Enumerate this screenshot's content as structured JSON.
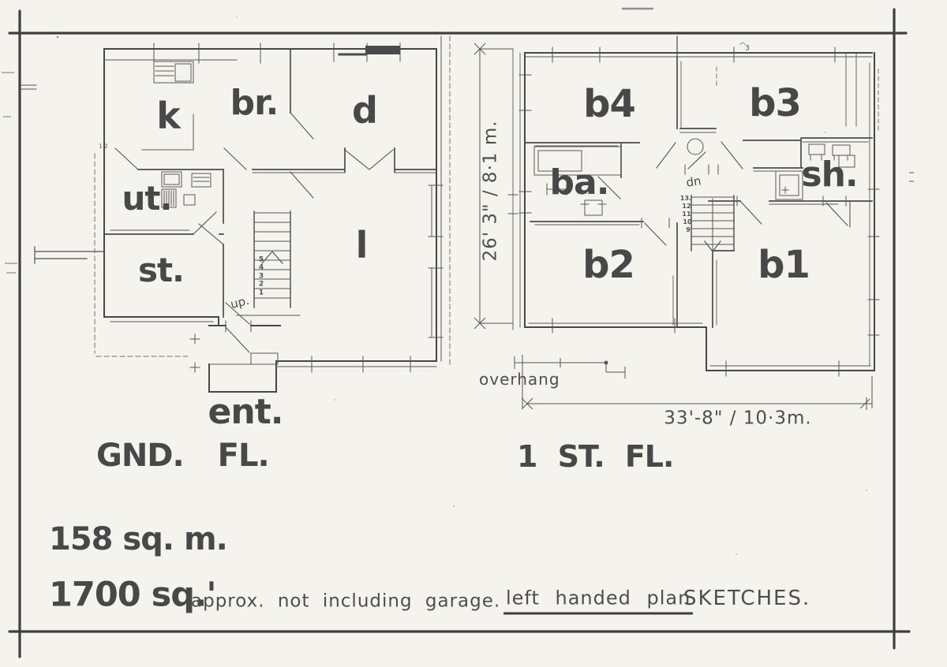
{
  "palette": {
    "paper": "#f5f3ee",
    "ink": "#484848",
    "pencil": "#565656"
  },
  "ground_floor": {
    "caption": "GND. FL.",
    "rooms": [
      {
        "id": "kitchen",
        "label": "k"
      },
      {
        "id": "breakfast",
        "label": "br."
      },
      {
        "id": "dining",
        "label": "d"
      },
      {
        "id": "utility",
        "label": "ut."
      },
      {
        "id": "sitting",
        "label": "st."
      },
      {
        "id": "living",
        "label": "l"
      },
      {
        "id": "entrance",
        "label": "ent."
      }
    ],
    "stairs": {
      "direction": "up.",
      "treads": [
        "5",
        "4",
        "3",
        "2",
        "1"
      ]
    },
    "door_marks": "1 2"
  },
  "first_floor": {
    "caption": "1 ST. FL.",
    "rooms": [
      {
        "id": "bed4",
        "label": "b4"
      },
      {
        "id": "bed3",
        "label": "b3"
      },
      {
        "id": "bath",
        "label": "ba."
      },
      {
        "id": "shower",
        "label": "sh."
      },
      {
        "id": "bed2",
        "label": "b2"
      },
      {
        "id": "bed1",
        "label": "b1"
      }
    ],
    "stairs": {
      "direction": "dn",
      "treads": [
        "13.",
        "12",
        "11",
        "10",
        "9"
      ]
    },
    "overhang_label": "overhang",
    "wall_mark": "3"
  },
  "dimensions": {
    "depth": "26' 3\" / 8·1 m.",
    "width": "33'-8\" / 10·3m."
  },
  "summary": {
    "area_metric": "158 sq. m.",
    "area_imperial": "1700 sq.'",
    "qualifier": "approx. not including garage.",
    "handedness_note": "left handed plan",
    "sheet_type": "SKETCHES."
  }
}
